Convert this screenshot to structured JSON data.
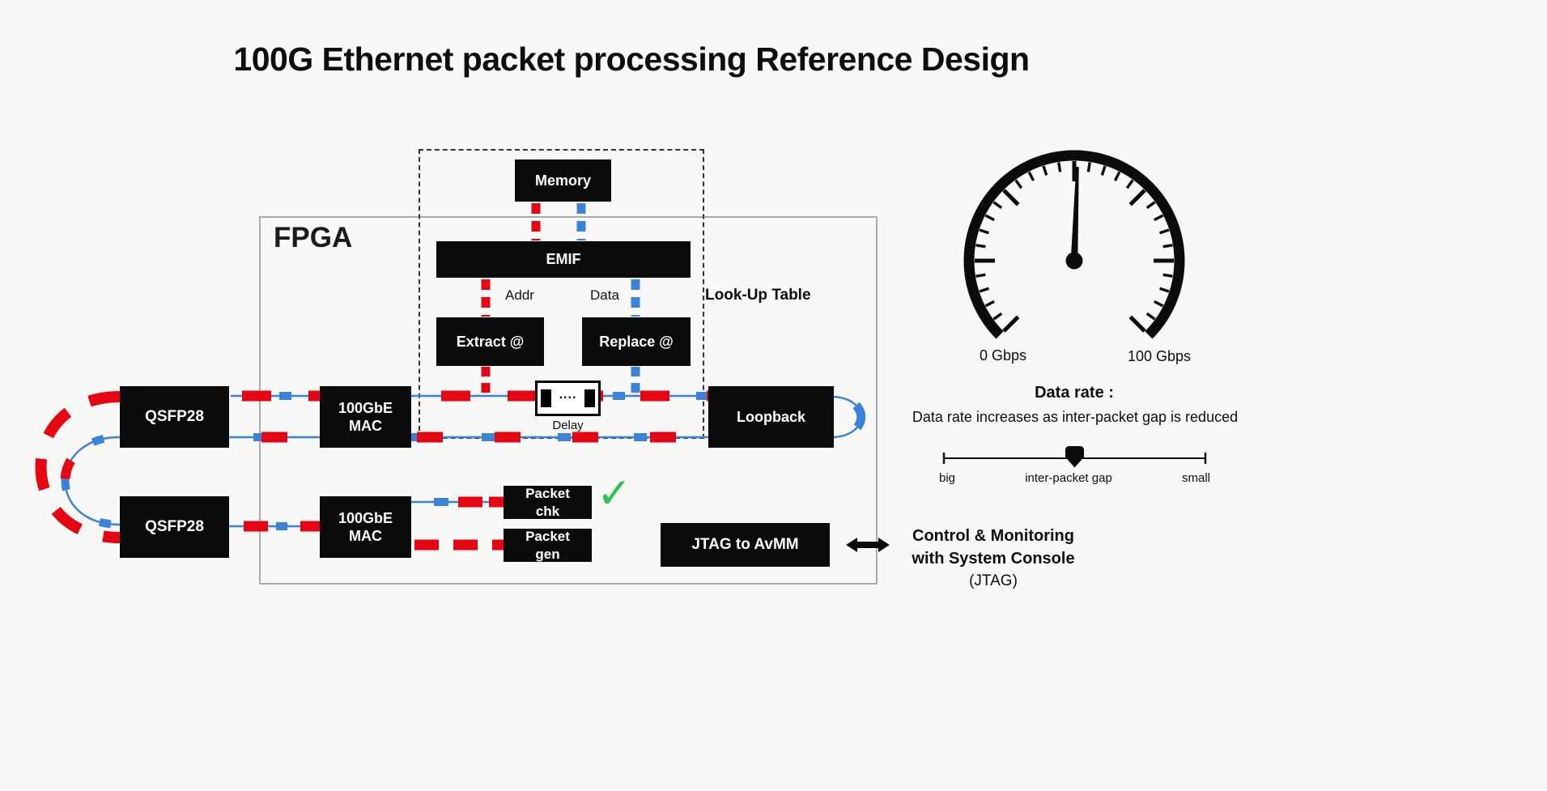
{
  "title": "100G Ethernet packet processing Reference Design",
  "fpga": {
    "label": "FPGA"
  },
  "blocks": {
    "memory": "Memory",
    "emif": "EMIF",
    "extract": "Extract @",
    "replace": "Replace @",
    "lookup_table": "Look-Up Table",
    "addr": "Addr",
    "data": "Data",
    "delay": "Delay",
    "delay_dots": "....",
    "qsfp_top": "QSFP28",
    "qsfp_bottom": "QSFP28",
    "mac_top": "100GbE MAC",
    "mac_bottom": "100GbE MAC",
    "loopback": "Loopback",
    "packet_chk": "Packet chk",
    "packet_gen": "Packet gen",
    "jtag_avmm": "JTAG to AvMM"
  },
  "gauge": {
    "min_label": "0 Gbps",
    "max_label": "100 Gbps"
  },
  "data_rate": {
    "heading": "Data rate :",
    "description": "Data rate increases as inter-packet gap is reduced",
    "slider_left": "big",
    "slider_center": "inter-packet gap",
    "slider_right": "small"
  },
  "console": {
    "line1": "Control & Monitoring",
    "line2": "with System Console",
    "line3": "(JTAG)"
  },
  "icons": {
    "check": "✓",
    "double_arrow": "left-right-arrow"
  },
  "colors": {
    "red": "#e60613",
    "blue": "#3b82d9",
    "green": "#2ec24f",
    "black": "#0b0b0b"
  }
}
